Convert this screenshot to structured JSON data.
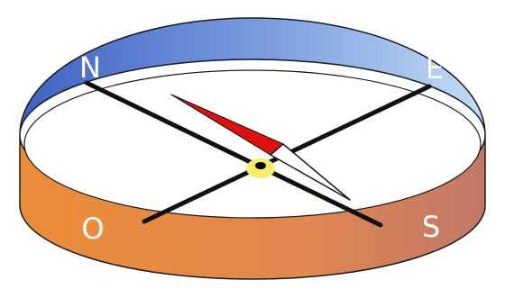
{
  "labels": {
    "north": "N",
    "east": "E",
    "south": "S",
    "west": "O"
  },
  "colors": {
    "band_top_left": "#4a6cc8",
    "band_top_right": "#a9c8f0",
    "band_bottom_left": "#e88a3a",
    "band_bottom_right": "#c87a62",
    "axis_lines": "#111111",
    "needle_north": "#e01010",
    "needle_south": "#ffffff",
    "pivot": "#f5ee6a",
    "pivot_center": "#000000",
    "outline": "#1a1a1a"
  },
  "icons": {
    "needle": "compass-needle-icon",
    "pivot": "pivot-dot-icon"
  }
}
